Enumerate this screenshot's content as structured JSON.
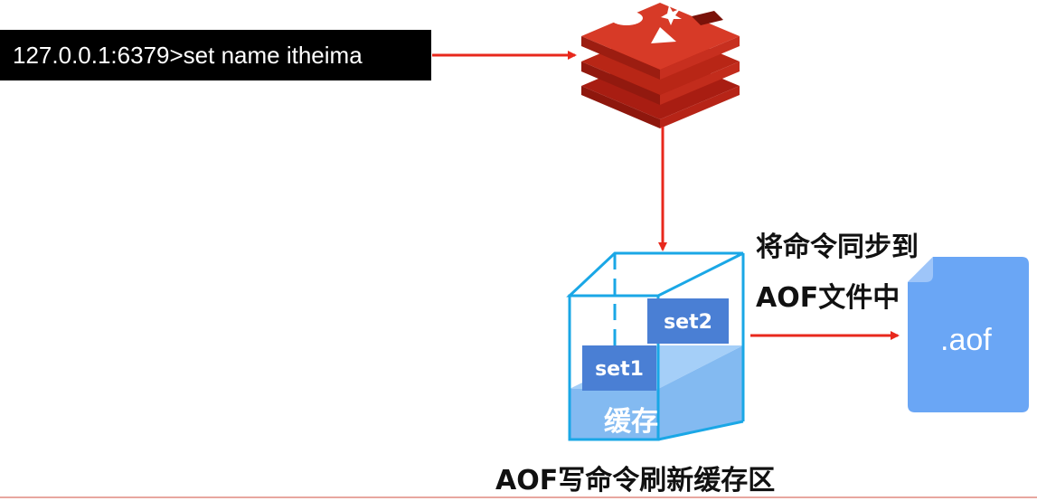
{
  "command": {
    "text": "127.0.0.1:6379>set name itheima"
  },
  "redis": {
    "icon": "redis-logo-icon"
  },
  "buffer": {
    "items": [
      {
        "label": "set1"
      },
      {
        "label": "set2"
      }
    ],
    "label": "缓存",
    "caption": "AOF写命令刷新缓存区"
  },
  "sync": {
    "line1": "将命令同步到",
    "line2": "AOF文件中"
  },
  "aof_file": {
    "label": ".aof",
    "icon": "file-icon"
  },
  "colors": {
    "arrow": "#e8281c",
    "cube_edge": "#1aa7e6",
    "block": "#4a7fd4",
    "file": "#6aa6f5",
    "redis_red": "#c8301f"
  }
}
